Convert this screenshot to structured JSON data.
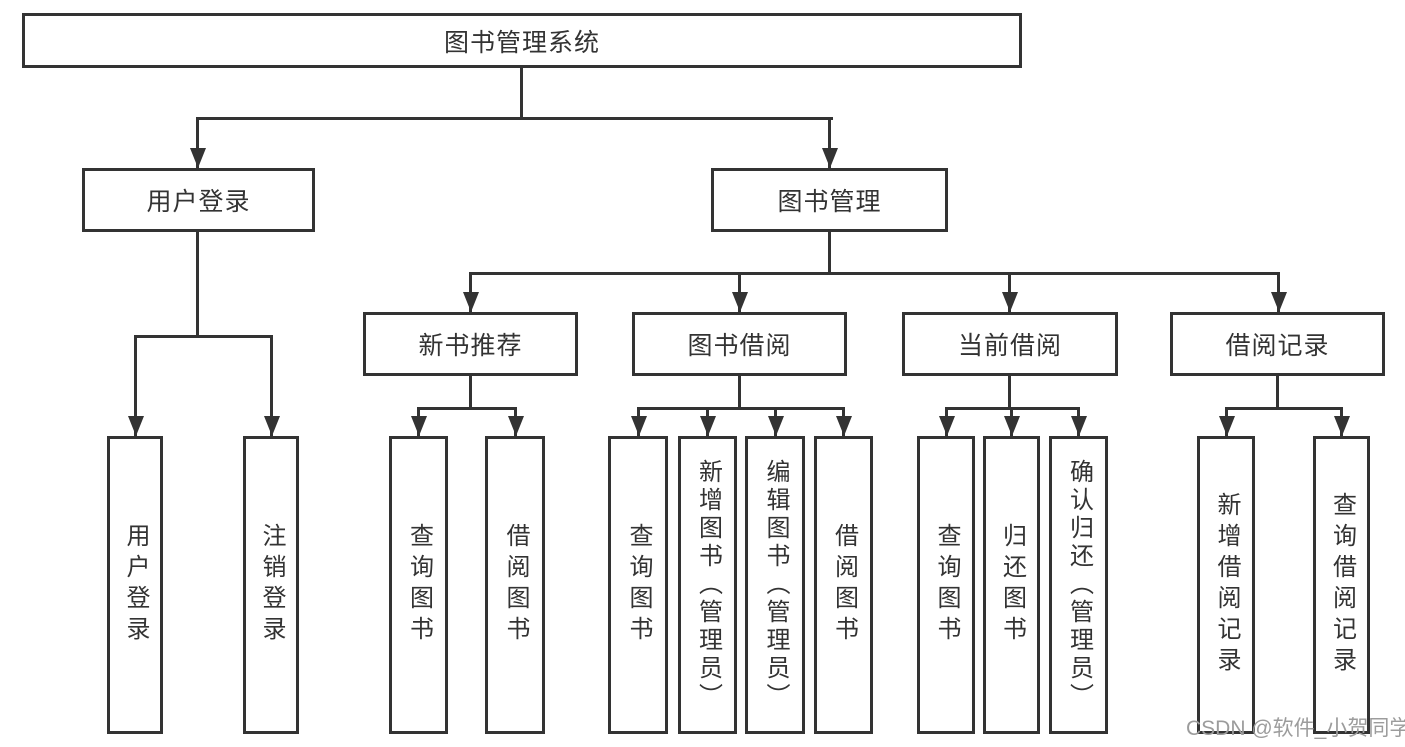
{
  "diagram": {
    "root": {
      "label": "图书管理系统"
    },
    "branches": [
      {
        "label": "用户登录",
        "children": [
          {
            "label": "用户登录"
          },
          {
            "label": "注销登录"
          }
        ]
      },
      {
        "label": "图书管理",
        "children": [
          {
            "label": "新书推荐",
            "children": [
              {
                "label": "查询图书"
              },
              {
                "label": "借阅图书"
              }
            ]
          },
          {
            "label": "图书借阅",
            "children": [
              {
                "label": "查询图书"
              },
              {
                "label": "新增图书（管理员）"
              },
              {
                "label": "编辑图书（管理员）"
              },
              {
                "label": "借阅图书"
              }
            ]
          },
          {
            "label": "当前借阅",
            "children": [
              {
                "label": "查询图书"
              },
              {
                "label": "归还图书"
              },
              {
                "label": "确认归还（管理员）"
              }
            ]
          },
          {
            "label": "借阅记录",
            "children": [
              {
                "label": "新增借阅记录"
              },
              {
                "label": "查询借阅记录"
              }
            ]
          }
        ]
      }
    ]
  },
  "watermark": {
    "text": "CSDN @软件_小贺同学"
  },
  "colors": {
    "line": "#333333",
    "box_fill": "#ffffff",
    "text": "#333333",
    "watermark": "#9c9c9c",
    "background": "#ffffff"
  }
}
